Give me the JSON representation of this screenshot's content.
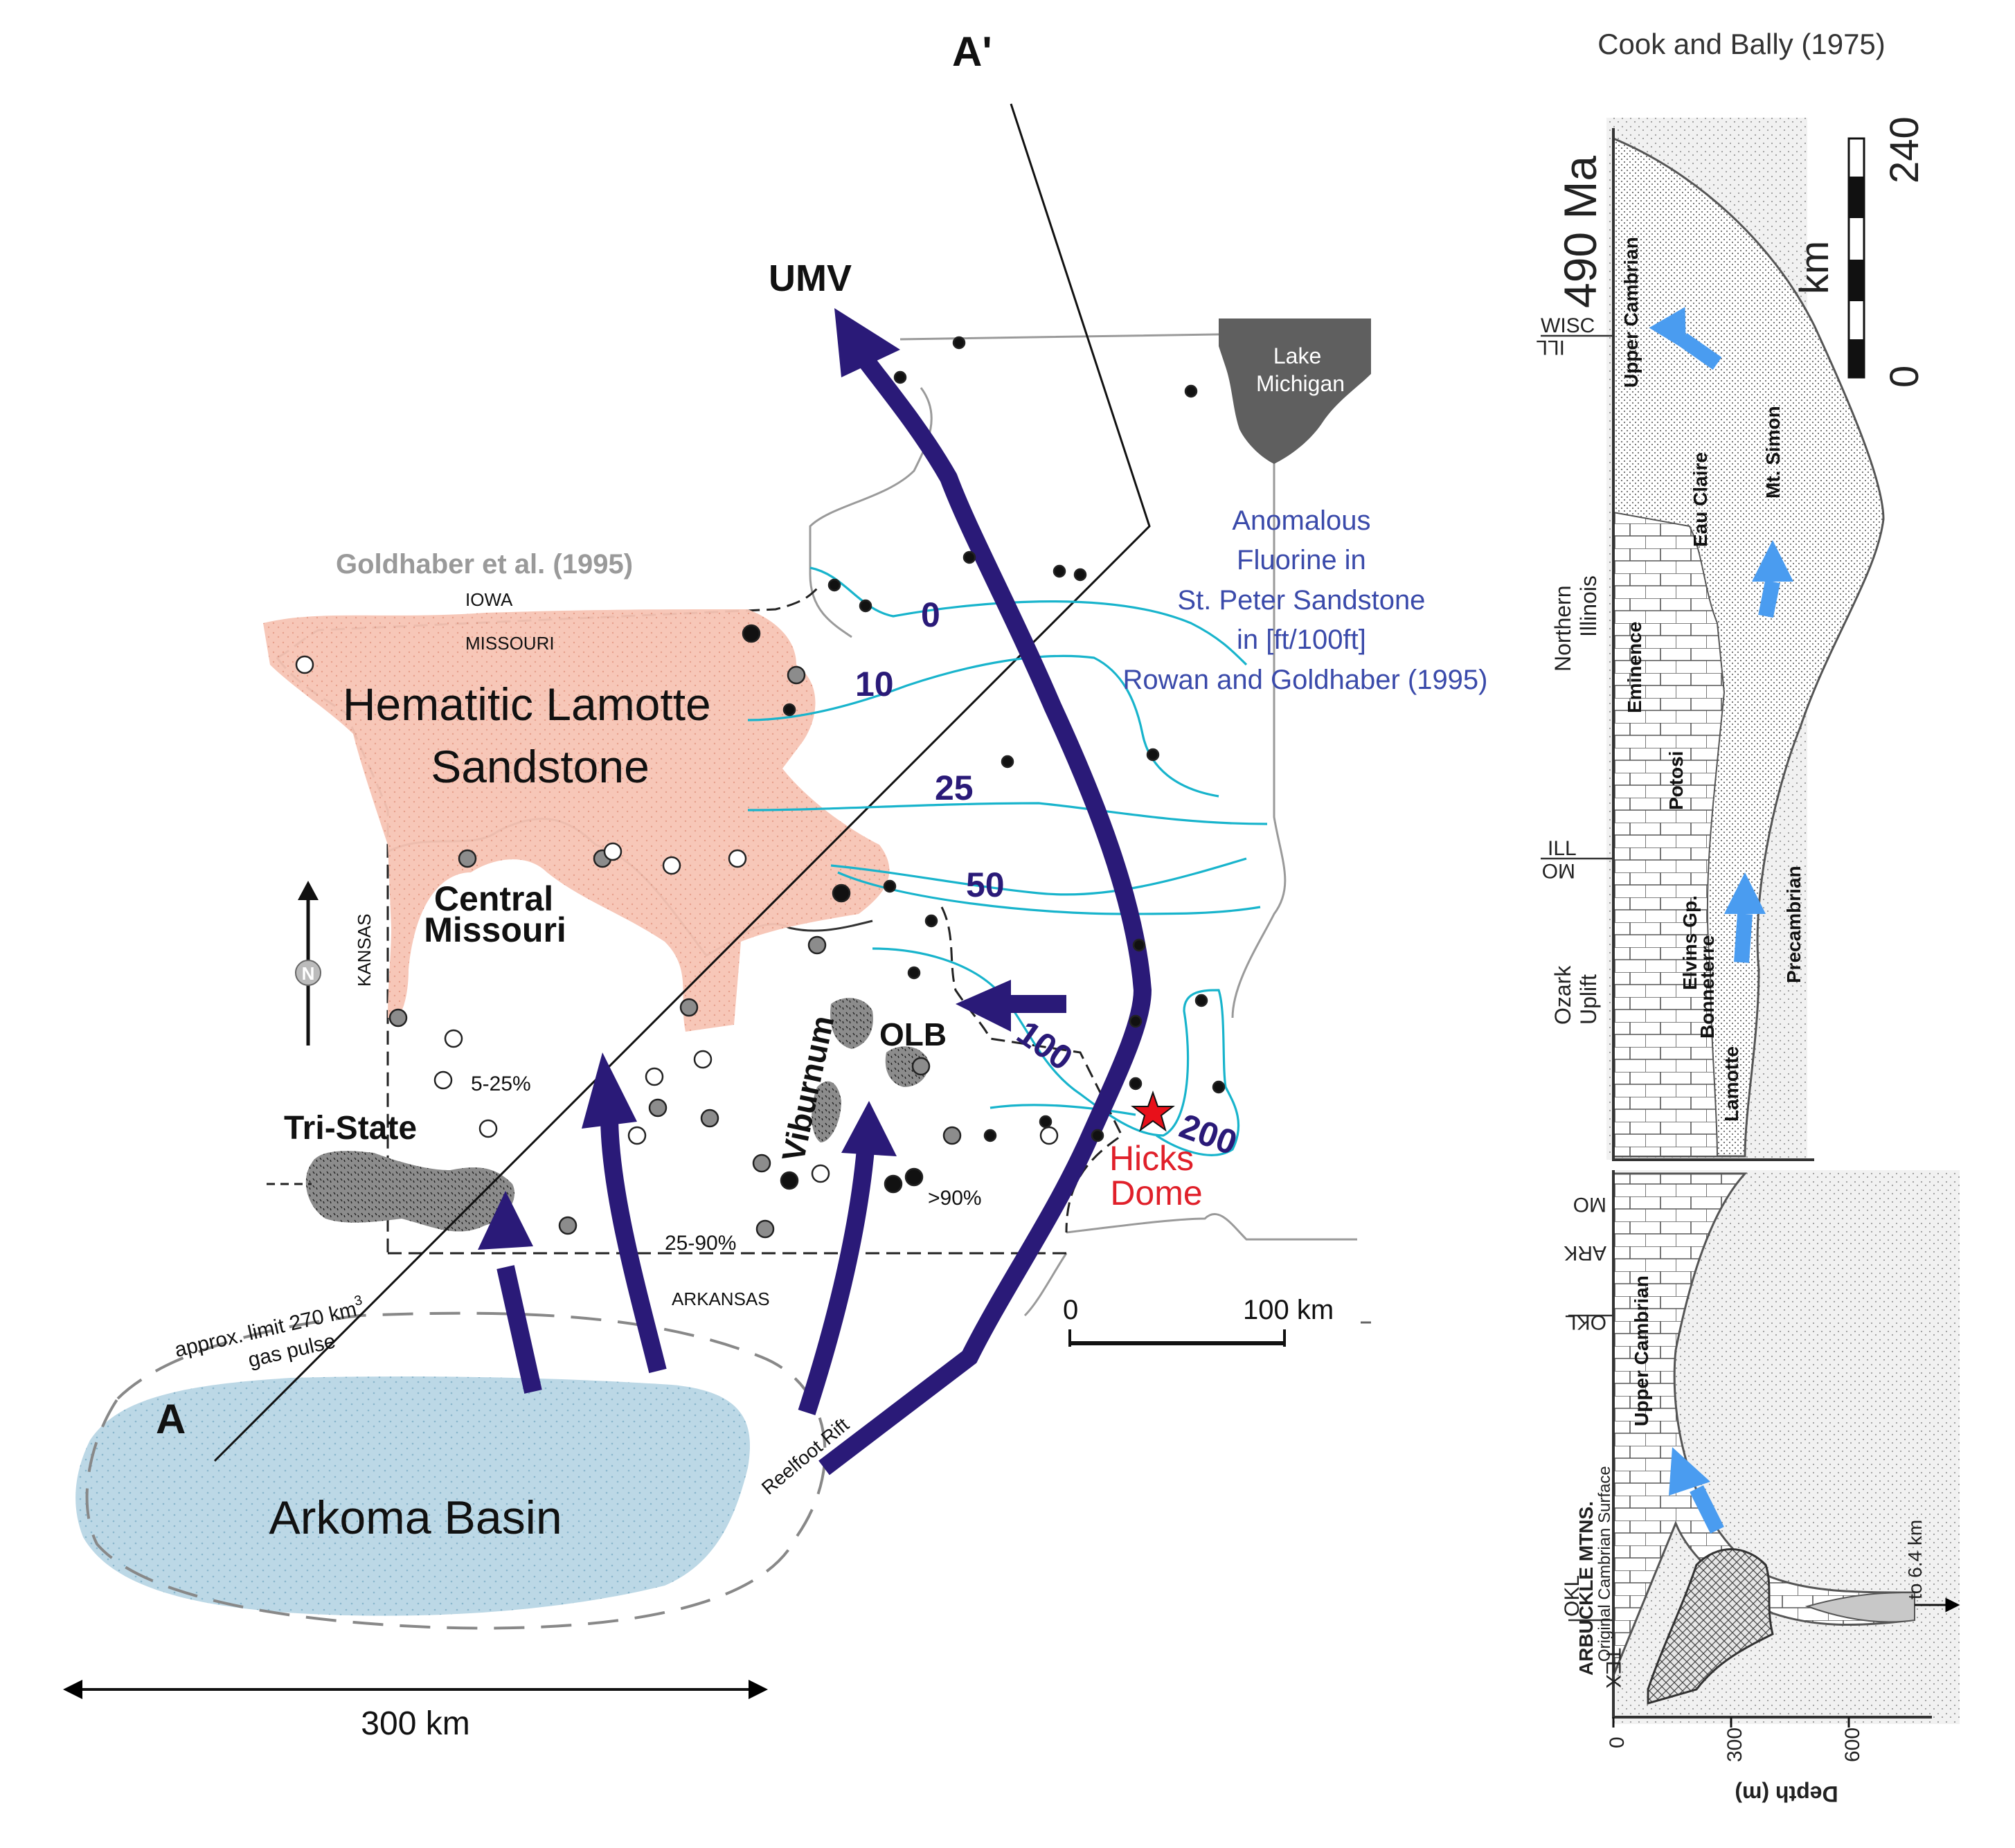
{
  "map": {
    "section_label_a": "A",
    "section_label_a_prime": "A'",
    "umv": "UMV",
    "lake_michigan": [
      "Lake",
      "Michigan"
    ],
    "goldhaber_credit": "Goldhaber et al. (1995)",
    "iowa": "IOWA",
    "missouri": "MISSOURI",
    "kansas": "KANSAS",
    "arkansas": "ARKANSAS",
    "hematitic_lamotte": [
      "Hematitic Lamotte",
      "Sandstone"
    ],
    "central_missouri": [
      "Central",
      "Missouri"
    ],
    "north_symbol": "N",
    "tri_state": "Tri-State",
    "viburnum": "Viburnum",
    "olb": "OLB",
    "pct_5_25": "5-25%",
    "pct_25_90": "25-90%",
    "pct_90": ">90%",
    "hicks_dome": [
      "Hicks",
      "Dome"
    ],
    "anomalous_fluorine": [
      "Anomalous",
      "Fluorine in",
      "St. Peter Sandstone",
      "in [ft/100ft]",
      "Rowan and Goldhaber (1995)"
    ],
    "contours": [
      "0",
      "10",
      "25",
      "50",
      "100",
      "200"
    ],
    "gas_limit": [
      "approx. limit 270 km",
      "3",
      "gas pulse"
    ],
    "reelfoot_rift": "Reelfoot Rift",
    "arkoma_basin": "Arkoma Basin",
    "scale_map": [
      "0",
      "100 km"
    ],
    "scale_300": "300 km",
    "colors": {
      "arrow_navy": "#2a1a78",
      "contour_cyan": "#18b4cc",
      "fluorine_text": "#3a4aaa",
      "hematite_fill": "#f7c4b4",
      "arkoma_fill": "#bcd8e6",
      "star_red": "#e8101a",
      "hicks_red": "#e0202a",
      "cross_arrow_blue": "#4a9cf0"
    }
  },
  "cross_section": {
    "credit": "Cook and Bally (1975)",
    "age": "490 Ma",
    "scale_km": [
      "240",
      "km",
      "0"
    ],
    "state_labels": [
      "WISC",
      "ILL",
      "ILL",
      "MO",
      "MO",
      "ARK",
      "OKL",
      "OKL",
      "TEX"
    ],
    "region_labels": [
      "Northern",
      "Illinois",
      "Ozark",
      "Uplift",
      "ARBUCKLE MTNS.",
      "Original Cambrian Surface"
    ],
    "units": [
      "Upper Cambrian",
      "Eau Claire",
      "Mt. Simon",
      "Eminence",
      "Potosi",
      "Elvins Gp.",
      "Bonneterre",
      "Lamotte",
      "Precambrian",
      "Upper Cambrian"
    ],
    "depth_ticks": [
      "0",
      "300",
      "600"
    ],
    "depth_label": "Depth (m)",
    "to_depth": "to 6.4 km"
  }
}
